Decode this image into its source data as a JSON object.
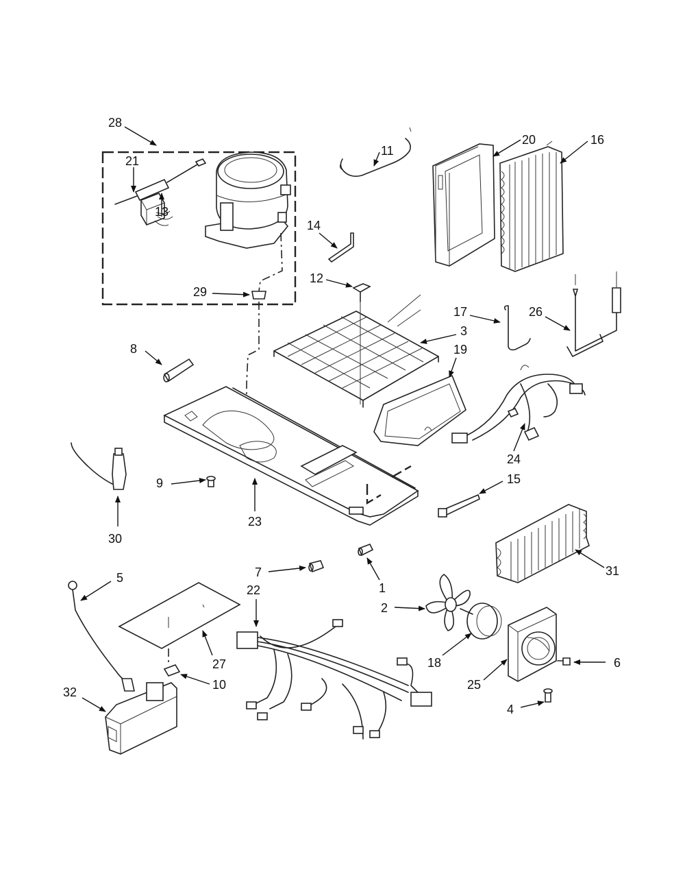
{
  "diagram": {
    "callouts": [
      {
        "id": "c28",
        "label": "28"
      },
      {
        "id": "c21",
        "label": "21"
      },
      {
        "id": "c13",
        "label": "13"
      },
      {
        "id": "c29",
        "label": "29"
      },
      {
        "id": "c11",
        "label": "11"
      },
      {
        "id": "c20",
        "label": "20"
      },
      {
        "id": "c16",
        "label": "16"
      },
      {
        "id": "c14",
        "label": "14"
      },
      {
        "id": "c12",
        "label": "12"
      },
      {
        "id": "c17",
        "label": "17"
      },
      {
        "id": "c26",
        "label": "26"
      },
      {
        "id": "c3",
        "label": "3"
      },
      {
        "id": "c19",
        "label": "19"
      },
      {
        "id": "c8",
        "label": "8"
      },
      {
        "id": "c24",
        "label": "24"
      },
      {
        "id": "c9",
        "label": "9"
      },
      {
        "id": "c23",
        "label": "23"
      },
      {
        "id": "c15",
        "label": "15"
      },
      {
        "id": "c30",
        "label": "30"
      },
      {
        "id": "c31",
        "label": "31"
      },
      {
        "id": "c5",
        "label": "5"
      },
      {
        "id": "c7",
        "label": "7"
      },
      {
        "id": "c1",
        "label": "1"
      },
      {
        "id": "c22",
        "label": "22"
      },
      {
        "id": "c2",
        "label": "2"
      },
      {
        "id": "c18",
        "label": "18"
      },
      {
        "id": "c6",
        "label": "6"
      },
      {
        "id": "c25",
        "label": "25"
      },
      {
        "id": "c27",
        "label": "27"
      },
      {
        "id": "c10",
        "label": "10"
      },
      {
        "id": "c32",
        "label": "32"
      },
      {
        "id": "c4",
        "label": "4"
      }
    ]
  }
}
